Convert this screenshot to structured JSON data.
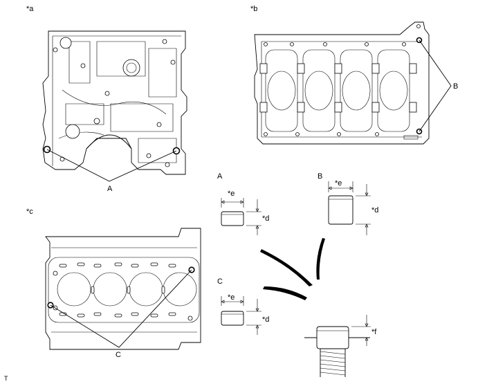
{
  "views": {
    "a": {
      "label": "*a"
    },
    "b": {
      "label": "*b"
    },
    "c": {
      "label": "*c"
    }
  },
  "callouts": {
    "A": "A",
    "B": "B",
    "C": "C"
  },
  "details": {
    "A": {
      "title": "A",
      "width_label": "*e",
      "height_label": "*d"
    },
    "B": {
      "title": "B",
      "width_label": "*e",
      "height_label": "*d"
    },
    "C": {
      "title": "C",
      "width_label": "*e",
      "height_label": "*d"
    },
    "installed": {
      "height_label": "*f"
    }
  },
  "footer": {
    "mark": "T"
  }
}
